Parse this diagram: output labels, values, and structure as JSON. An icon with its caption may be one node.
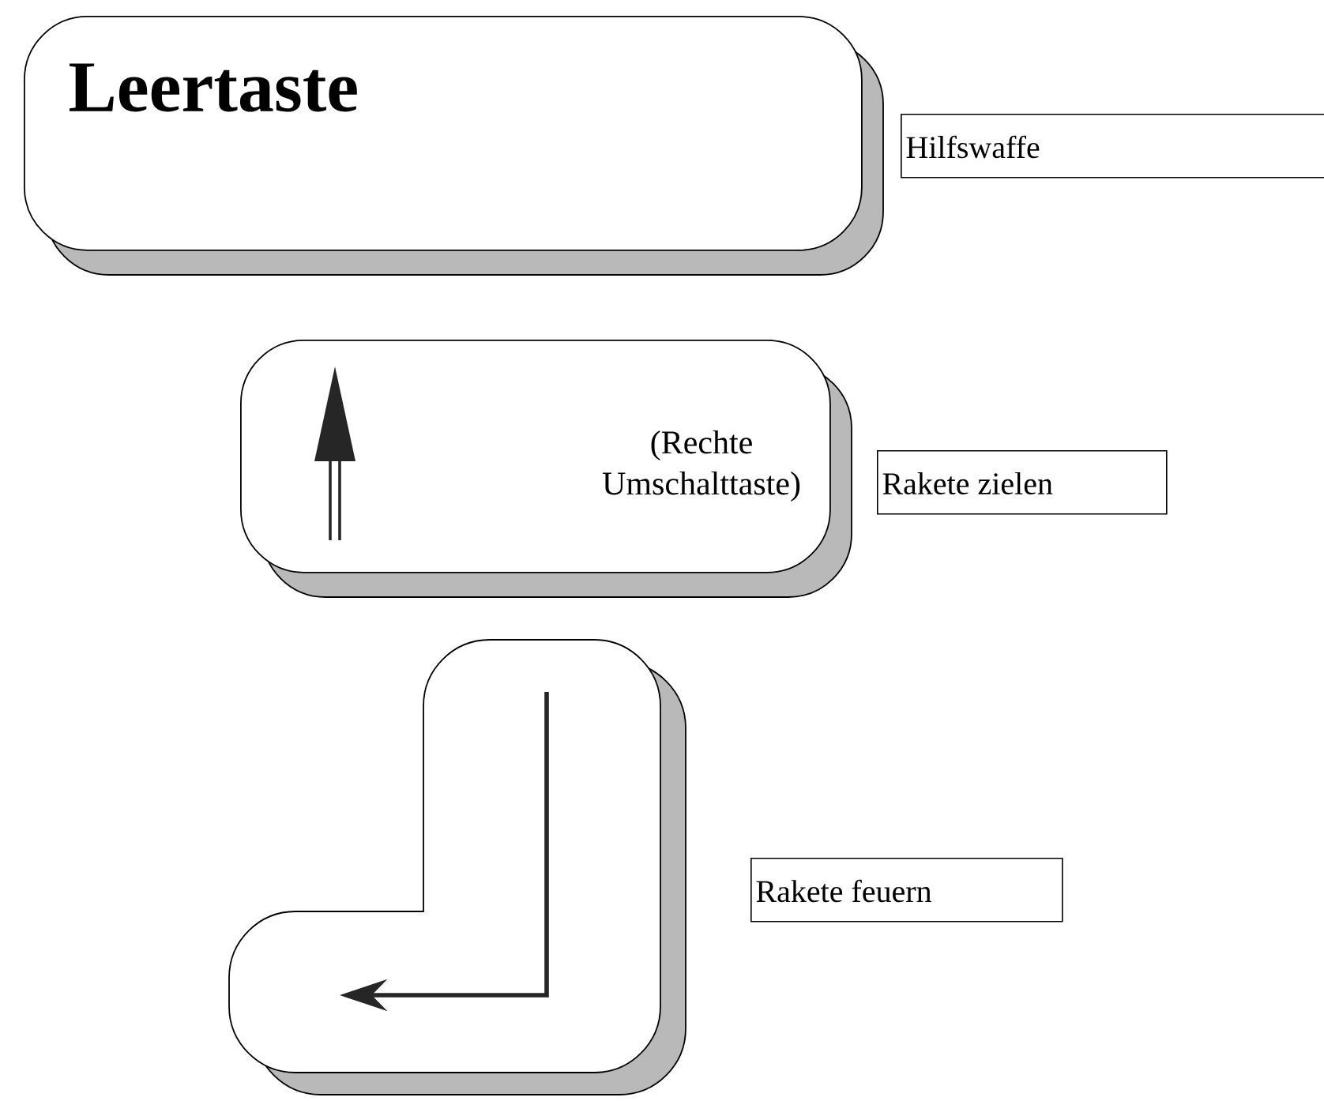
{
  "diagram": {
    "nodes": [
      {
        "text": [
          "Leertaste"
        ]
      },
      {
        "text": [
          "Hilfswaffe"
        ]
      },
      {
        "text": [
          "(Rechte Umschalttaste)"
        ]
      },
      {
        "text": [
          "Rakete zielen"
        ]
      },
      {
        "text": [],
        "shape": "box"
      },
      {
        "text": [
          "Rakete feuern"
        ]
      }
    ]
  }
}
